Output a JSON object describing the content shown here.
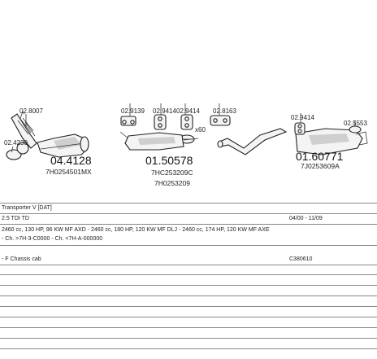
{
  "parts": {
    "p1": "02.8007",
    "p2": "02.4230",
    "p3": "04.4128",
    "p4": "7H0254501MX",
    "p5": "02.9139",
    "p6": "02.9414",
    "p7": "02.9414",
    "p8": "x60",
    "p9": "01.50578",
    "p10": "7HC253209C",
    "p11": "7H0253209",
    "p12": "02.8163",
    "p13": "02.9414",
    "p14": "02.5553",
    "p15": "01.60771",
    "p16": "7J0253609A"
  },
  "info": {
    "model": "Transporter V [DAT]",
    "engine": "2.5 TDI TD",
    "dates": "04/00 - 11/09",
    "specs": "2460 cc, 130 HP, 96 KW MF AXD - 2460 cc, 180 HP, 120 KW MF DLJ - 2460 cc, 174 HP, 120 KW MF AXE",
    "chassis": "- Ch. >7H-3-C0000 - Ch. <7H-A-000000",
    "body": "- F Chassis cab",
    "ref": "C380610"
  }
}
